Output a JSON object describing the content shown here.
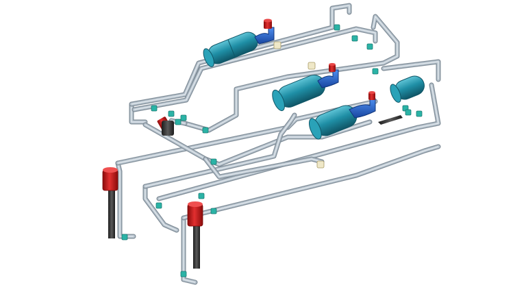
{
  "scene": {
    "background": "#ffffff",
    "pipe_color": "#b7c3cd",
    "pipe_edge": "#7f8c97",
    "tank_color": "#1f8fa6",
    "tank_dark": "#156a7c",
    "pump_color": "#1f5fc4",
    "cap_color": "#d01616",
    "valve_color": "#2bb3a6",
    "sleeve_color": "#efe8c8",
    "tube_color": "#3a3a3a",
    "components": {
      "pipes": "pipe-network",
      "tanks": "pressure-tanks",
      "pumps": "pump-units",
      "valves": "valve-fittings",
      "risers": "vertical-risers"
    }
  }
}
